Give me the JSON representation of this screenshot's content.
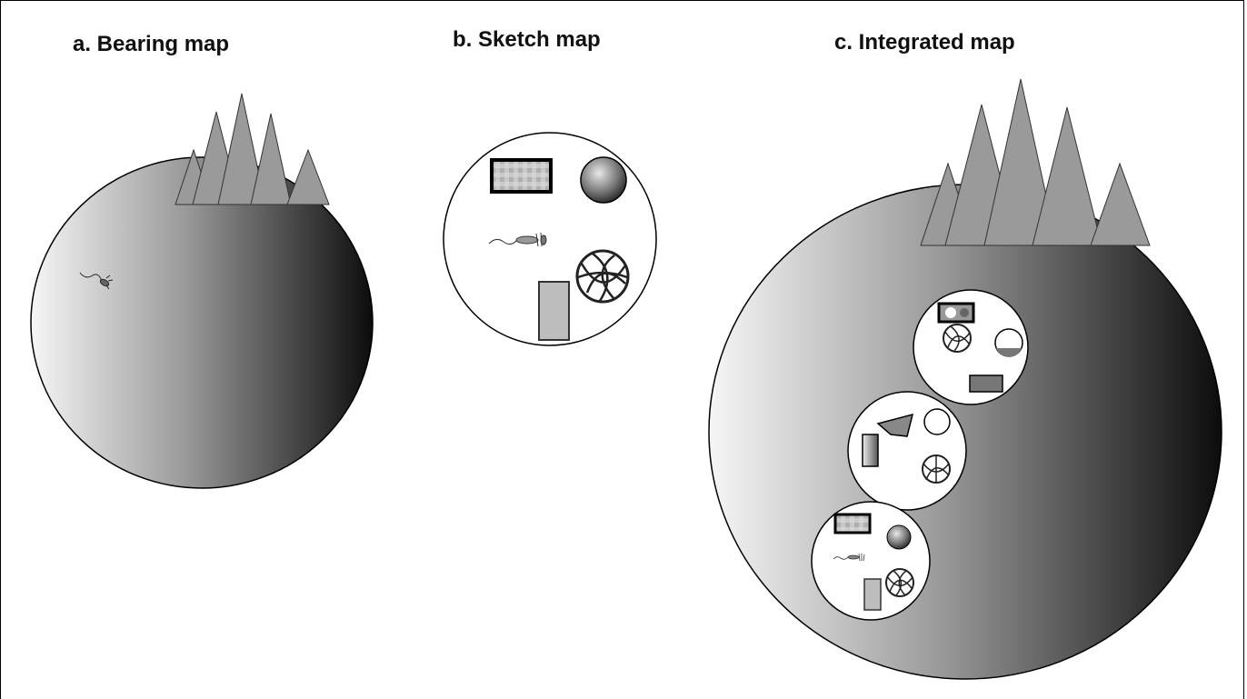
{
  "panels": {
    "a": {
      "title": "a.  Bearing map"
    },
    "b": {
      "title": "b. Sketch map"
    },
    "c": {
      "title": "c. Integrated map"
    }
  },
  "colors": {
    "background": "#ffffff",
    "outline": "#000000",
    "mountain_fill": "#9a9a9a",
    "gradient_light": "#f4f4f4",
    "gradient_dark": "#0a0a0a",
    "landmark_fill": "#bdbdbd"
  }
}
